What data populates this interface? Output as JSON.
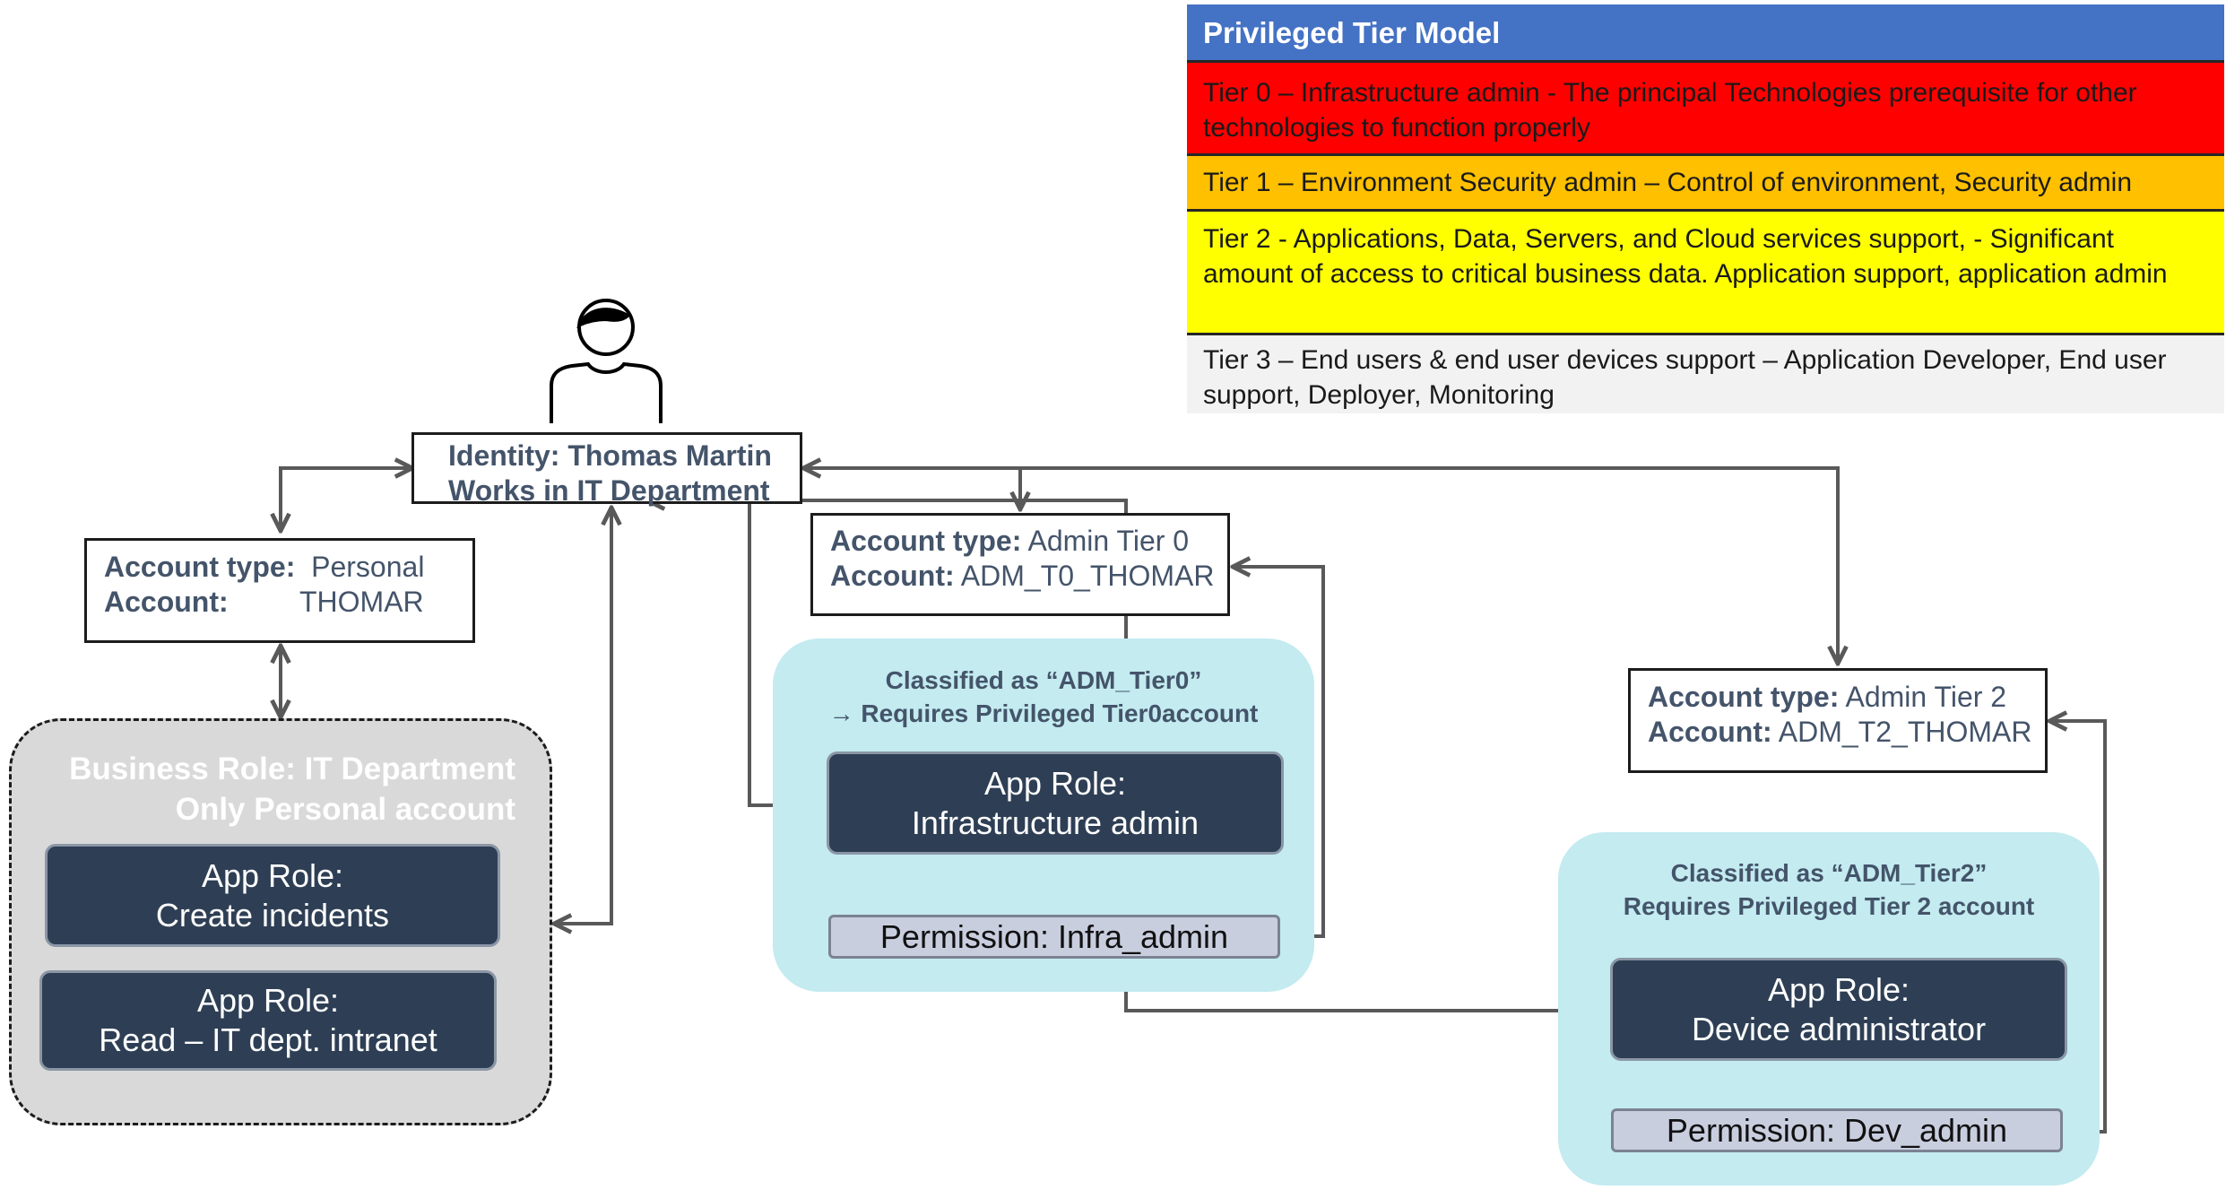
{
  "legend": {
    "title": "Privileged Tier Model",
    "tiers": [
      {
        "text": "Tier 0 – Infrastructure admin - The principal Technologies prerequisite for other technologies to function properly",
        "color": "#ff0000"
      },
      {
        "text": "Tier 1 – Environment Security admin – Control of environment, Security admin",
        "color": "#ffc000"
      },
      {
        "text": "Tier 2 - Applications, Data, Servers, and Cloud services support, - Significant amount of access to critical business data. Application support, application admin",
        "color": "#ffff00"
      },
      {
        "text": "Tier 3 – End users & end user devices support – Application Developer, End user support, Deployer, Monitoring",
        "color": "#f2f2f2"
      }
    ]
  },
  "identity": {
    "line1": "Identity: Thomas Martin",
    "line2": "Works in IT Department",
    "icon": "person-icon"
  },
  "personal_account": {
    "type_label": "Account type:",
    "type_value": "Personal",
    "account_label": "Account:",
    "account_value": "THOMAR"
  },
  "tier0_account": {
    "type_label": "Account type:",
    "type_value": "Admin Tier 0",
    "account_label": "Account:",
    "account_value": "ADM_T0_THOMAR"
  },
  "tier2_account": {
    "type_label": "Account type:",
    "type_value": "Admin Tier 2",
    "account_label": "Account:",
    "account_value": "ADM_T2_THOMAR"
  },
  "business_role": {
    "line1": "Business Role: IT Department",
    "line2": "Only Personal account",
    "app_roles": [
      {
        "line1": "App Role:",
        "line2": "Create incidents"
      },
      {
        "line1": "App Role:",
        "line2": "Read – IT dept. intranet"
      }
    ]
  },
  "tier0_group": {
    "class_line1": "Classified as “ADM_Tier0”",
    "class_line2": "→ Requires Privileged Tier0account",
    "app_role_line1": "App Role:",
    "app_role_line2": "Infrastructure admin",
    "permission": "Permission: Infra_admin"
  },
  "tier2_group": {
    "class_line1": "Classified as “ADM_Tier2”",
    "class_line2": "Requires Privileged Tier 2 account",
    "app_role_line1": "App Role:",
    "app_role_line2": "Device administrator",
    "permission": "Permission: Dev_admin"
  },
  "colors": {
    "legend_header": "#4472c4",
    "navy_box": "#2e3f55",
    "permission_box": "#c9cedf",
    "tier_group_bg": "#c3ebf0",
    "business_group_bg": "#d9d9d9",
    "text_slate": "#44546a",
    "connector": "#595959"
  }
}
